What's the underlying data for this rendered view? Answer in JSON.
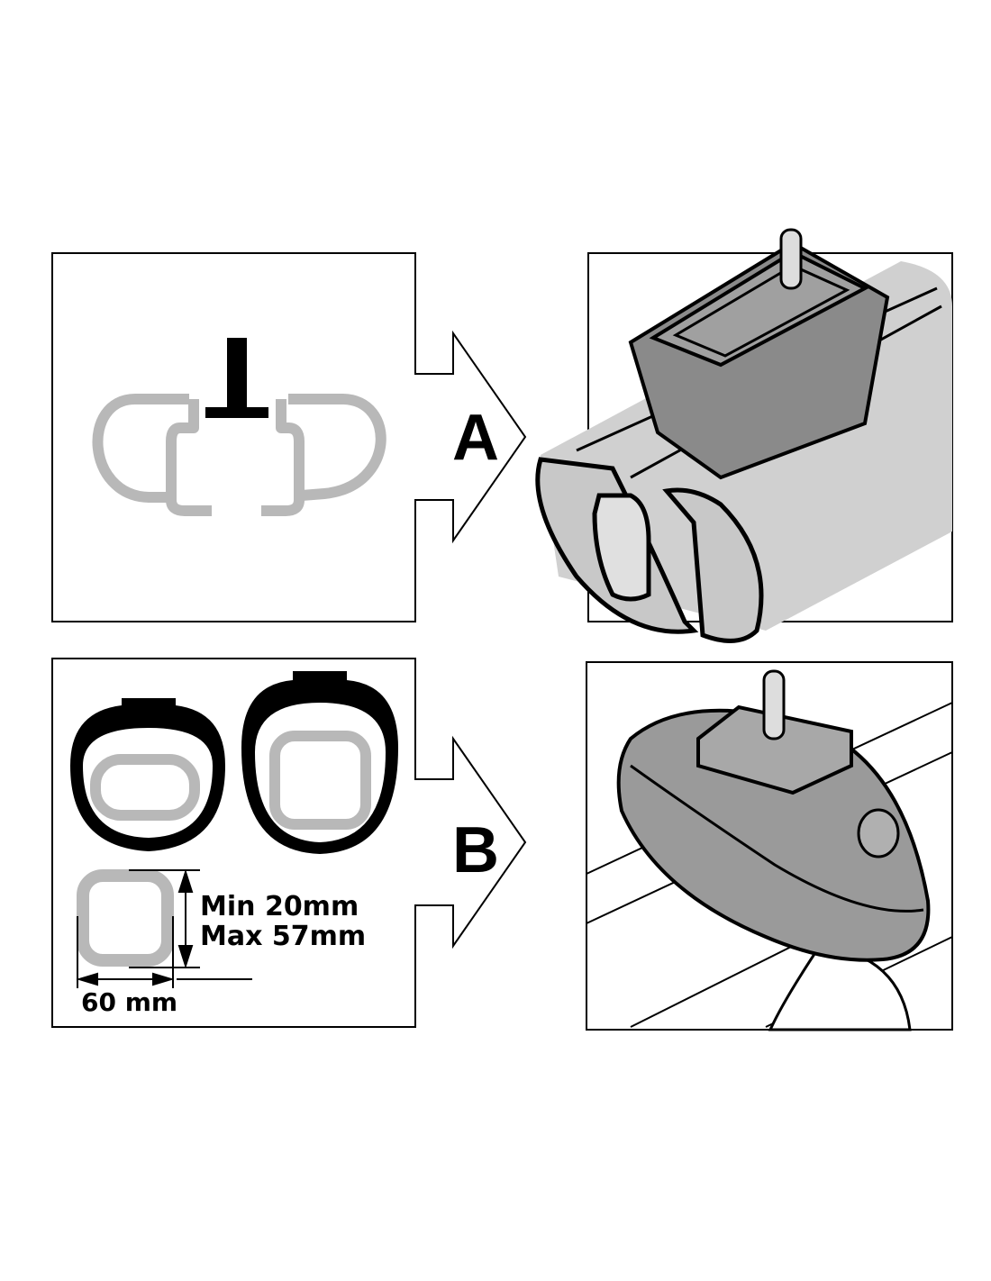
{
  "labels": {
    "variant_a": "A",
    "variant_b": "B",
    "min_height": "Min 20mm",
    "max_height": "Max 57mm",
    "width": "60 mm"
  },
  "colors": {
    "profile_gray": "#b8b8b8",
    "bar_gray": "#c8c8c8",
    "ink": "#000000"
  }
}
